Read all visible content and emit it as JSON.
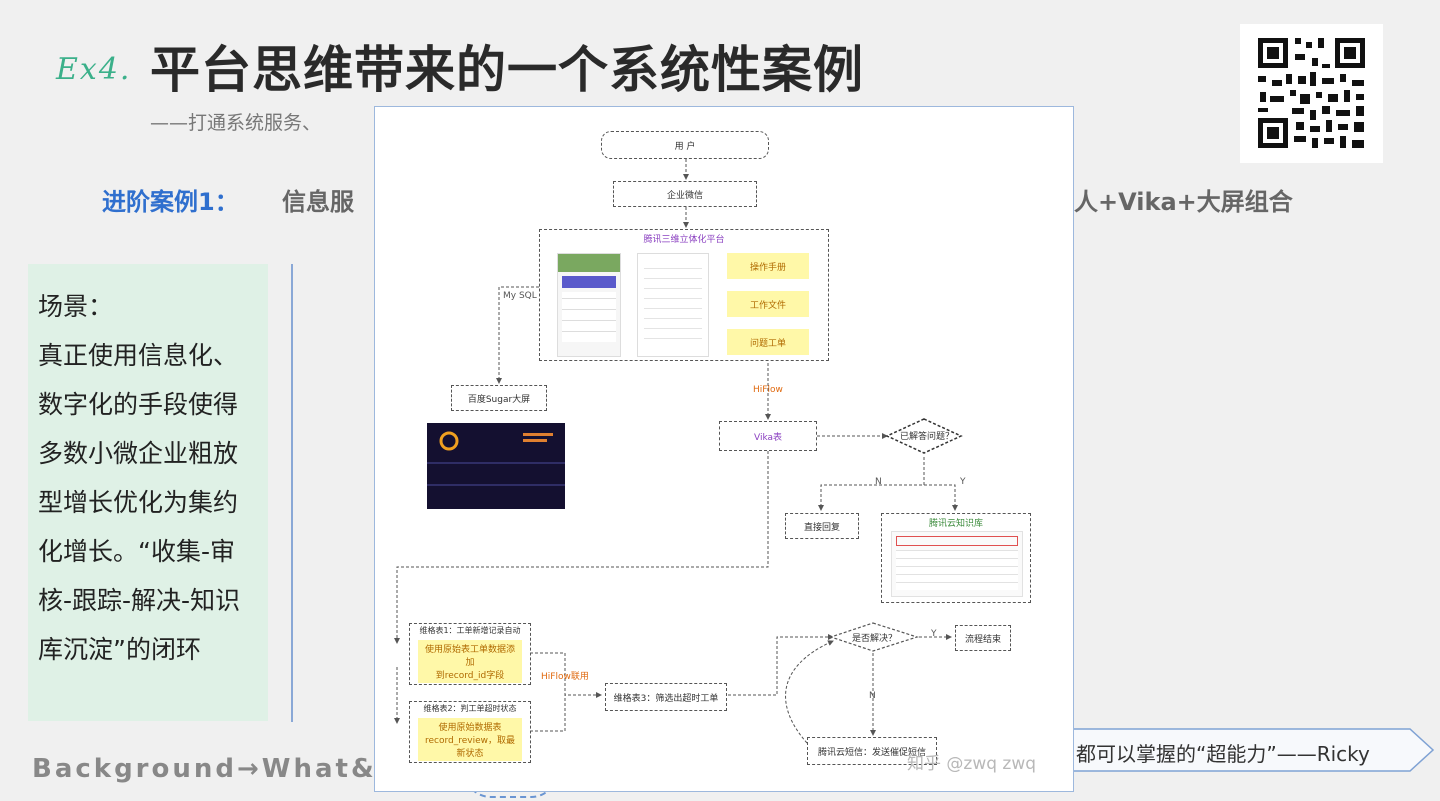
{
  "slide": {
    "ex_label": "Ex4.",
    "title": "平台思维带来的一个系统性案例",
    "subtitle": "——打通系统服务、",
    "case_label": "进阶案例1：",
    "case_text": "信息服",
    "case_right": "人+Vika+大屏组合",
    "scene_title": "场景：",
    "scene_lines": [
      "真正使用信息化、",
      "数字化的手段使得",
      "多数小微企业粗放",
      "型增长优化为集约",
      "化增长。“收集-审",
      "核-跟踪-解决-知识",
      "库沉淀”的闭环"
    ],
    "nav": "Background→What&Why→How→Where",
    "banner": "都可以掌握的“超能力”——Ricky"
  },
  "flowchart": {
    "user": "用 户",
    "wecom": "企业微信",
    "platform": "腾讯三维立体化平台",
    "manual": "操作手册",
    "workdoc": "工作文件",
    "ticket": "问题工单",
    "mysql": "My SQL",
    "sugar": "百度Sugar大屏",
    "hiflow1": "HiFlow",
    "vika": "Vika表",
    "decision1": "已解答问题？",
    "yes1": "Y",
    "no1": "N",
    "reply": "直接回复",
    "kb": "腾讯云知识库",
    "wb1": "维格表1：工单新增记录自动",
    "wb1_sub": "使用原始表工单数据添加\n到record_id字段",
    "hiflow2": "HiFlow联用",
    "wb3": "维格表3：筛选出超时工单",
    "wb2": "维格表2：判工单超时状态",
    "wb2_sub": "使用原始数据表record_review，取最新状态",
    "decision2": "是否解决？",
    "yes2": "Y",
    "no2": "N",
    "end": "流程结束",
    "notify": "腾讯云短信：发送催促短信",
    "watermark": "知乎 @zwq zwq"
  },
  "colors": {
    "accent_blue": "#2f6fce",
    "accent_green": "#3bb08a",
    "scene_bg": "#dff1e6",
    "note_yellow": "#fff8a8",
    "purple": "#8a3fc0",
    "orange": "#e06a10"
  }
}
